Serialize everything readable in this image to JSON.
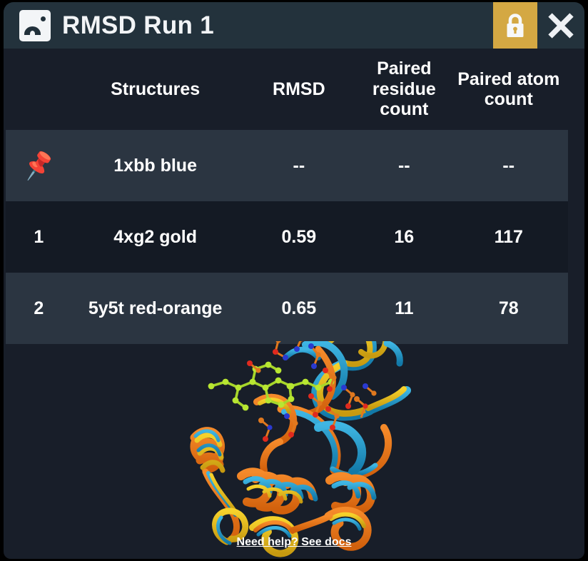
{
  "window": {
    "title": "RMSD Run 1",
    "app_icon": "image-icon",
    "lock_icon": "lock-icon",
    "close_icon": "close-icon",
    "titlebar_bg": "#23323c",
    "body_bg": "#181e29",
    "lock_bg": "#d4a843"
  },
  "table": {
    "headers": {
      "pin": "",
      "structures": "Structures",
      "rmsd": "RMSD",
      "paired_residue_count": "Paired residue count",
      "paired_atom_count": "Paired atom count"
    },
    "rows": [
      {
        "index": "",
        "pin_icon": "pushpin-icon",
        "structure": "1xbb blue",
        "rmsd": "--",
        "paired_residue_count": "--",
        "paired_atom_count": "--",
        "stripe": "odd"
      },
      {
        "index": "1",
        "pin_icon": "",
        "structure": "4xg2 gold",
        "rmsd": "0.59",
        "paired_residue_count": "16",
        "paired_atom_count": "117",
        "stripe": "even"
      },
      {
        "index": "2",
        "pin_icon": "",
        "structure": "5y5t red-orange",
        "rmsd": "0.65",
        "paired_residue_count": "11",
        "paired_atom_count": "78",
        "stripe": "odd"
      }
    ]
  },
  "molecule": {
    "description": "superimposed protein ribbon structures",
    "ribbon_colors": [
      "#2196c9",
      "#e8c323",
      "#e8751a"
    ],
    "ligand_colors": [
      "#a7d62a",
      "#e05b1e",
      "#d9201c",
      "#2a35c4"
    ]
  },
  "footer": {
    "docs_link": "Need help? See docs"
  }
}
